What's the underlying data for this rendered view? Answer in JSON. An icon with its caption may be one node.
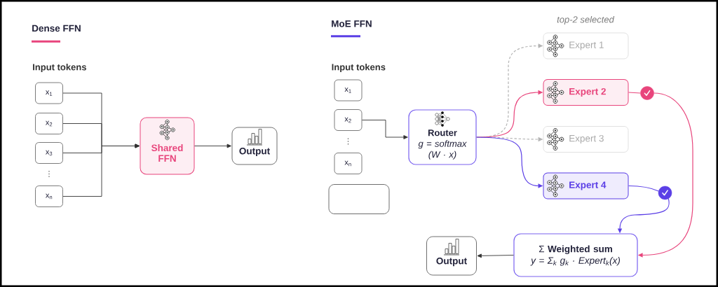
{
  "diagram": {
    "nodes": [
      {
        "text": [
          "x$_{1}$"
        ]
      },
      {
        "text": [
          "x$_{2}$"
        ]
      },
      {
        "text": [
          "x$_{3}$"
        ]
      },
      {
        "text": [
          "x$_{n}$"
        ]
      },
      {
        "text": [
          "Shared FFN"
        ]
      },
      {
        "text": [
          "Output"
        ]
      },
      {
        "text": [
          "x$_{1}$"
        ]
      },
      {
        "text": [
          "x$_{2}$"
        ]
      },
      {
        "text": [
          "x$_{n}$"
        ]
      },
      {
        "text": [],
        "shape": "box"
      },
      {
        "text": [
          "Router",
          "g = softmax (W · x)"
        ]
      },
      {
        "text": [
          "Expert 1"
        ]
      },
      {
        "text": [
          "Expert 2"
        ]
      },
      {
        "text": [
          "Expert 3"
        ]
      },
      {
        "text": [
          "Expert 4"
        ]
      },
      {
        "text": [],
        "shape": "circle"
      },
      {
        "text": [],
        "shape": "circle"
      },
      {
        "text": [
          "Σ **Weighted sum**",
          "y = Σ$_{k}$ g$_{k}$ · Expert$_{k}$(x)"
        ]
      },
      {
        "text": [
          "Output"
        ]
      }
    ],
    "edges": [
      {
        "from": 0,
        "to": 4,
        "arrow": "to"
      },
      {
        "from": 1,
        "to": 4,
        "arrow": "to"
      },
      {
        "from": 2,
        "to": 4,
        "arrow": "to"
      },
      {
        "from": 3,
        "to": 4,
        "arrow": "to"
      },
      {
        "from": 4,
        "to": 5,
        "arrow": "to"
      },
      {
        "from": 7,
        "to": 10,
        "arrow": "to"
      },
      {
        "from": 10,
        "to": 11,
        "arrow": "to",
        "style": "dashed",
        "color": "#b4b4b4"
      },
      {
        "from": 10,
        "to": 12,
        "arrow": "to",
        "color": "#e8457c"
      },
      {
        "from": 10,
        "to": 13,
        "arrow": "to",
        "style": "dashed",
        "color": "#b4b4b4"
      },
      {
        "from": 10,
        "to": 14,
        "arrow": "to",
        "color": "#5b3fe6"
      },
      {
        "from": 12,
        "to": 15,
        "arrow": "none",
        "color": "#e8457c"
      },
      {
        "from": 15,
        "to": 17,
        "arrow": "to",
        "color": "#e8457c"
      },
      {
        "from": 14,
        "to": 16,
        "arrow": "none",
        "color": "#5b3fe6"
      },
      {
        "from": 16,
        "to": 17,
        "arrow": "to",
        "color": "#5b3fe6"
      },
      {
        "from": 17,
        "to": 18,
        "arrow": "to"
      }
    ],
    "labels": [
      "Dense FFN",
      "Input tokens",
      "⋮",
      "MoE FFN",
      "Input tokens",
      "⋮",
      "top-2 selected"
    ]
  }
}
